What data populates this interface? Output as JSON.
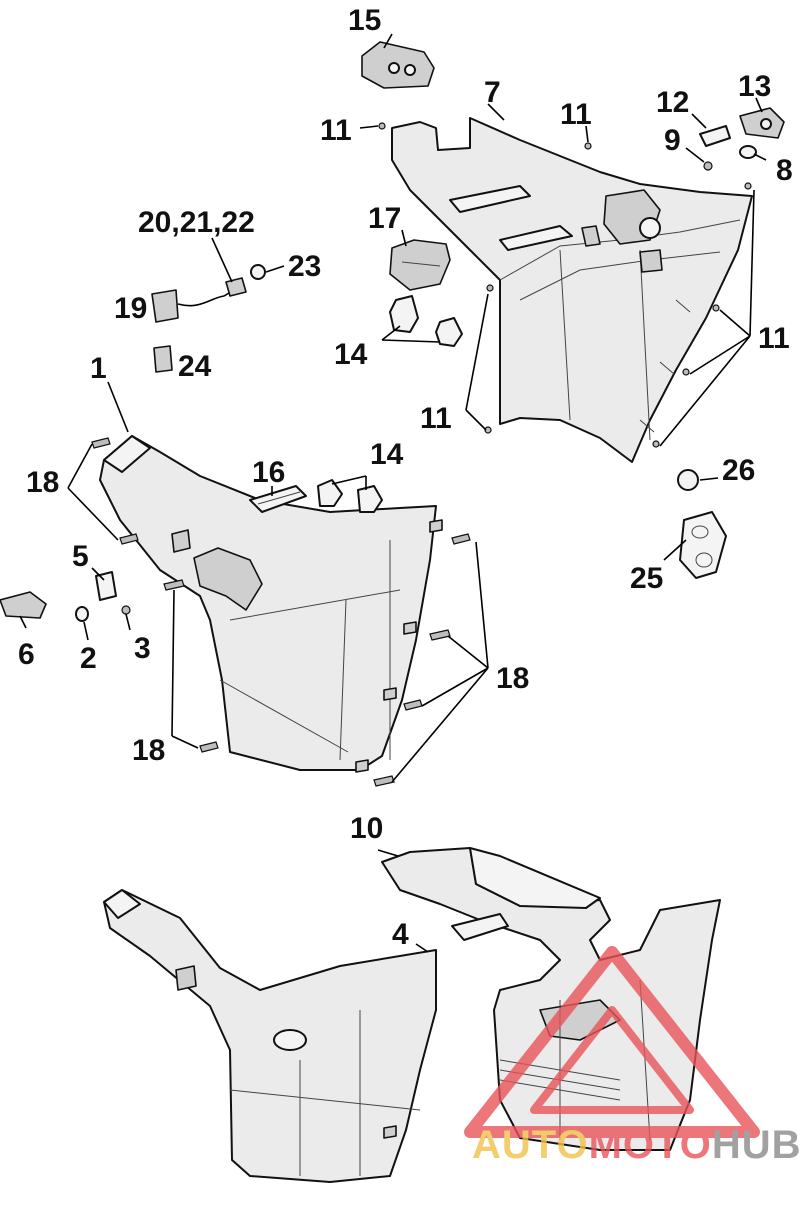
{
  "callouts": [
    {
      "id": "c1",
      "text": "1"
    },
    {
      "id": "c2",
      "text": "2"
    },
    {
      "id": "c3",
      "text": "3"
    },
    {
      "id": "c4",
      "text": "4"
    },
    {
      "id": "c5",
      "text": "5"
    },
    {
      "id": "c6",
      "text": "6"
    },
    {
      "id": "c7",
      "text": "7"
    },
    {
      "id": "c8",
      "text": "8"
    },
    {
      "id": "c9",
      "text": "9"
    },
    {
      "id": "c10",
      "text": "10"
    },
    {
      "id": "c11a",
      "text": "11"
    },
    {
      "id": "c11b",
      "text": "11"
    },
    {
      "id": "c11c",
      "text": "11"
    },
    {
      "id": "c11d",
      "text": "11"
    },
    {
      "id": "c12",
      "text": "12"
    },
    {
      "id": "c13",
      "text": "13"
    },
    {
      "id": "c14a",
      "text": "14"
    },
    {
      "id": "c14b",
      "text": "14"
    },
    {
      "id": "c15",
      "text": "15"
    },
    {
      "id": "c16",
      "text": "16"
    },
    {
      "id": "c17",
      "text": "17"
    },
    {
      "id": "c18a",
      "text": "18"
    },
    {
      "id": "c18b",
      "text": "18"
    },
    {
      "id": "c18c",
      "text": "18"
    },
    {
      "id": "c19",
      "text": "19"
    },
    {
      "id": "c20",
      "text": "20,21,22"
    },
    {
      "id": "c23",
      "text": "23"
    },
    {
      "id": "c24",
      "text": "24"
    },
    {
      "id": "c25",
      "text": "25"
    },
    {
      "id": "c26",
      "text": "26"
    }
  ],
  "watermark": {
    "part1": "AUTO",
    "part2": "MOTO",
    "part3": "HUB",
    "color1": "#f2c24a",
    "color2": "#e8545a",
    "color3": "#8a8a8a"
  }
}
